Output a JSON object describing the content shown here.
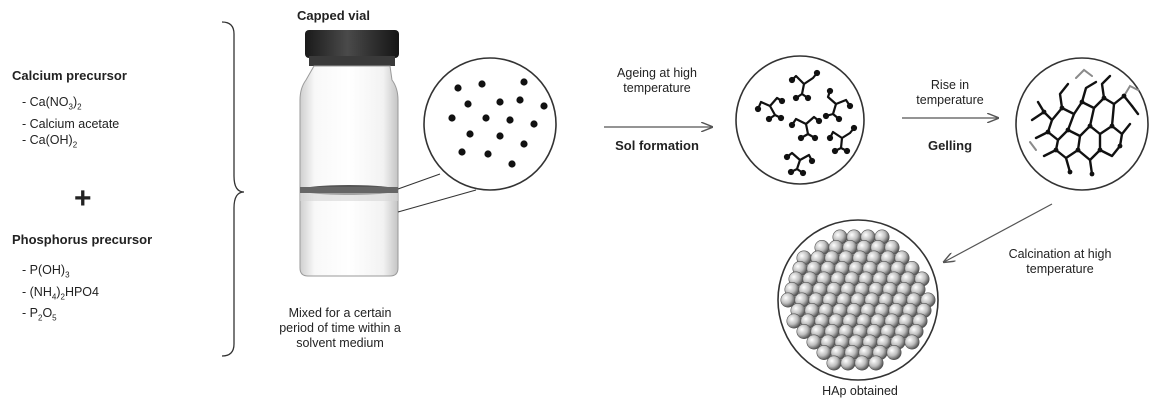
{
  "calcium": {
    "title": "Calcium precursor",
    "items": [
      {
        "pre": "- Ca(NO",
        "sub1": "3",
        "mid": ")",
        "sub2": "2"
      },
      {
        "pre": "- Calcium acetate",
        "sub1": "",
        "mid": "",
        "sub2": ""
      },
      {
        "pre": "- Ca(OH)",
        "sub1": "2",
        "mid": "",
        "sub2": ""
      }
    ]
  },
  "plus": "+",
  "phosphorus": {
    "title": "Phosphorus precursor",
    "items": [
      {
        "pre": "- P(OH)",
        "sub1": "3",
        "mid": "",
        "sub2": "",
        "end": ""
      },
      {
        "pre": "- (NH",
        "sub1": "4",
        "mid": ")",
        "sub2": "2",
        "end": "HPO4"
      },
      {
        "pre": "- P",
        "sub1": "2",
        "mid": "O",
        "sub2": "5",
        "end": ""
      }
    ]
  },
  "vial": {
    "title": "Capped vial",
    "caption_lines": [
      "Mixed for a certain",
      "period of time within a",
      "solvent medium"
    ]
  },
  "step1": {
    "label_lines": [
      "Ageing at high",
      "temperature"
    ],
    "result": "Sol formation"
  },
  "step2": {
    "label_lines": [
      "Rise in",
      "temperature"
    ],
    "result": "Gelling"
  },
  "step3": {
    "label_lines": [
      "Calcination at high",
      "temperature"
    ]
  },
  "final": {
    "label": "HAp obtained"
  },
  "colors": {
    "stroke": "#333333",
    "particle": "#111111",
    "cap": "#2b2b2b",
    "sphere_light": "#e8e8e8",
    "sphere_dark": "#6a6a6a"
  }
}
